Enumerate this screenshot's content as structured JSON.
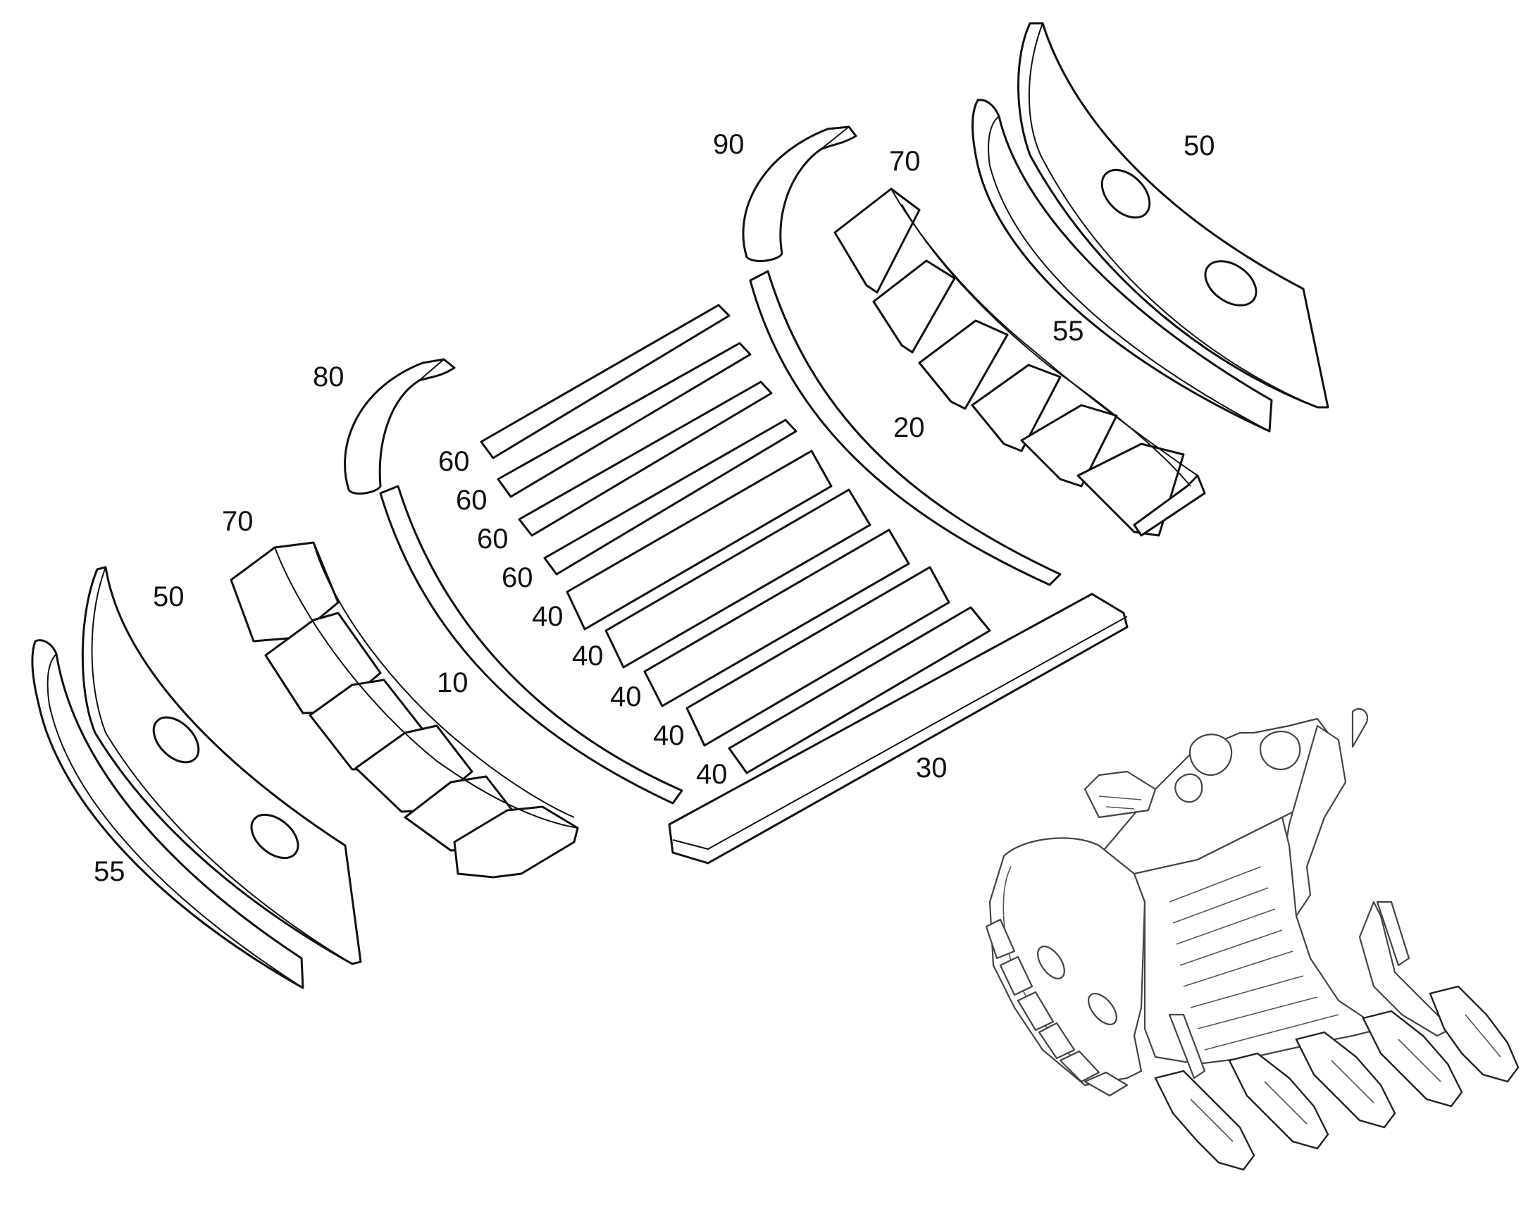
{
  "labels": {
    "side_plate_right": "50",
    "side_plate_left": "50",
    "edge_strip_right": "55",
    "edge_strip_left": "55",
    "wear_block_row_right": "70",
    "wear_block_row_left": "70",
    "arc_bar_right": "20",
    "arc_bar_left": "10",
    "bottom_bar": "30",
    "curved_piece_right": "90",
    "curved_piece_left": "80",
    "strip_60_a": "60",
    "strip_60_b": "60",
    "strip_60_c": "60",
    "strip_60_d": "60",
    "strip_40_a": "40",
    "strip_40_b": "40",
    "strip_40_c": "40",
    "strip_40_d": "40",
    "strip_40_e": "40"
  }
}
